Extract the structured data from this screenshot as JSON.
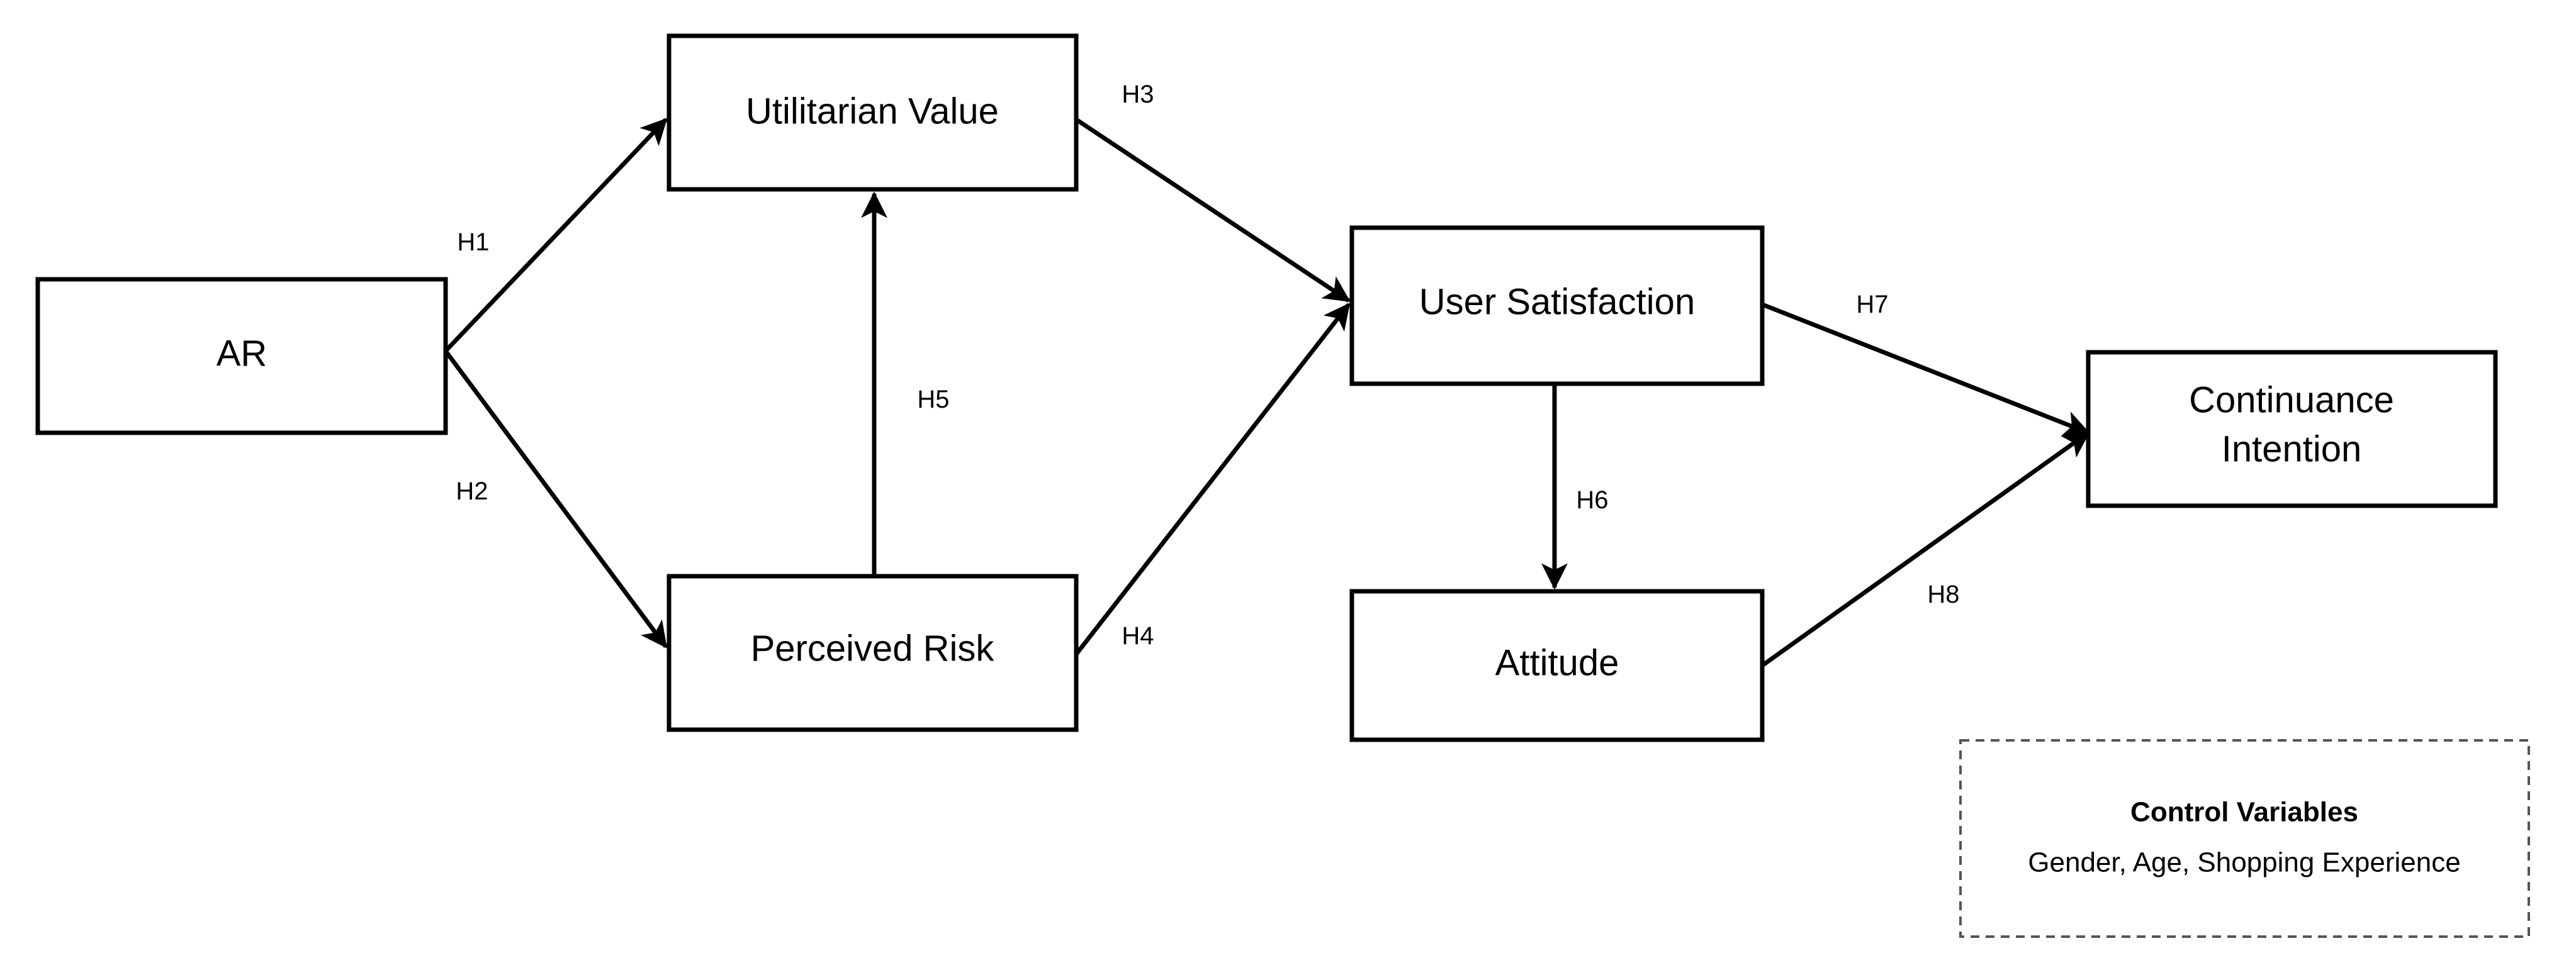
{
  "nodes": {
    "ar": {
      "line1": "AR"
    },
    "utilitarian_value": {
      "line1": "Utilitarian Value"
    },
    "perceived_risk": {
      "line1": "Perceived Risk"
    },
    "user_satisfaction": {
      "line1": "User Satisfaction"
    },
    "attitude": {
      "line1": "Attitude"
    },
    "continuance_intention": {
      "line1": "Continuance",
      "line2": "Intention"
    }
  },
  "edges": {
    "h1": {
      "label": "H1",
      "from": "AR",
      "to": "Utilitarian Value"
    },
    "h2": {
      "label": "H2",
      "from": "AR",
      "to": "Perceived Risk"
    },
    "h3": {
      "label": "H3",
      "from": "Utilitarian Value",
      "to": "User Satisfaction"
    },
    "h4": {
      "label": "H4",
      "from": "Perceived Risk",
      "to": "User Satisfaction"
    },
    "h5": {
      "label": "H5",
      "from": "Perceived Risk",
      "to": "Utilitarian Value"
    },
    "h6": {
      "label": "H6",
      "from": "User Satisfaction",
      "to": "Attitude"
    },
    "h7": {
      "label": "H7",
      "from": "User Satisfaction",
      "to": "Continuance Intention"
    },
    "h8": {
      "label": "H8",
      "from": "Attitude",
      "to": "Continuance Intention"
    }
  },
  "control_variables": {
    "title": "Control Variables",
    "items": "Gender, Age, Shopping Experience"
  }
}
